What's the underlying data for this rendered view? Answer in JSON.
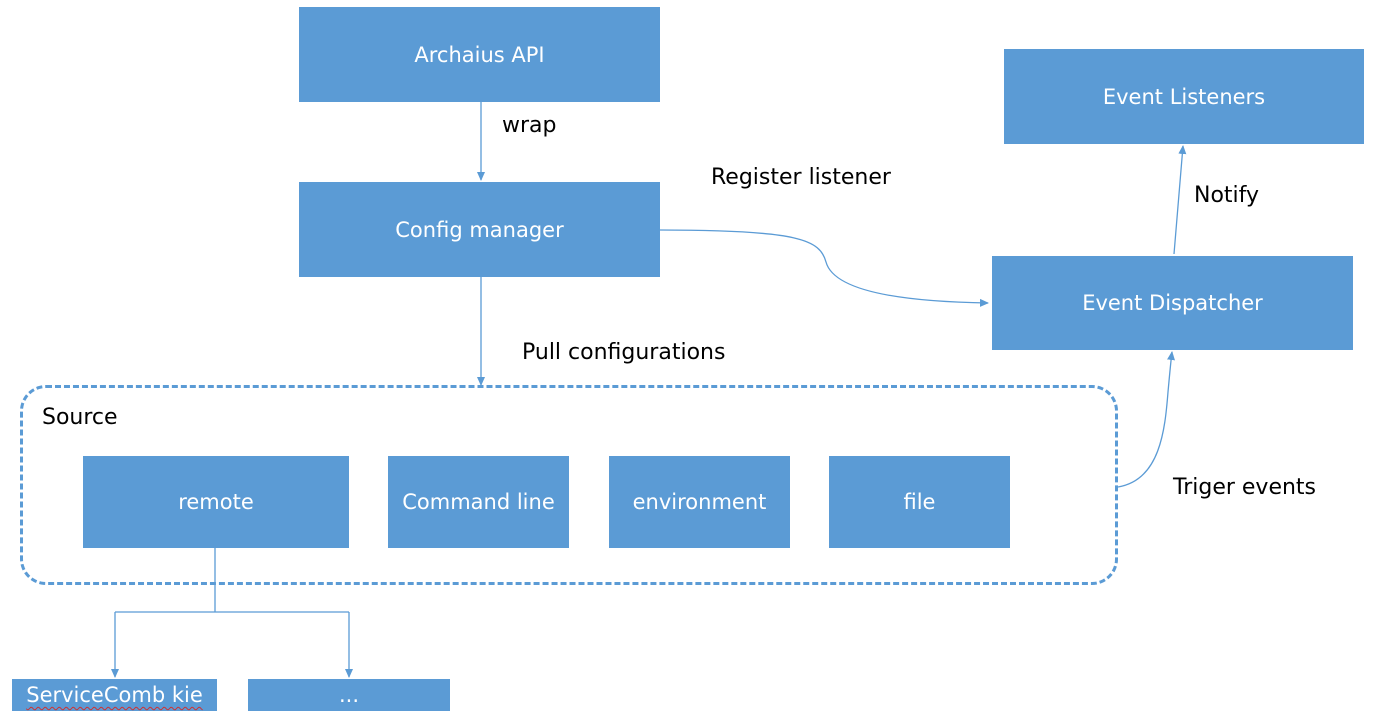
{
  "nodes": {
    "archaius_api": "Archaius API",
    "config_manager": "Config manager",
    "event_listeners": "Event Listeners",
    "event_dispatcher": "Event Dispatcher",
    "remote": "remote",
    "command_line": "Command line",
    "environment": "environment",
    "file": "file",
    "servicecomb_kie": "ServiceComb kie",
    "ellipsis": "..."
  },
  "group": {
    "title": "Source"
  },
  "edges": {
    "wrap": "wrap",
    "register_listener": "Register listener",
    "notify": "Notify",
    "pull_configurations": "Pull configurations",
    "triger_events": "Triger events"
  },
  "colors": {
    "box_fill": "#5b9bd5",
    "box_text": "#ffffff",
    "line": "#5b9bd5",
    "spellcheck_underline": "#d03030"
  }
}
